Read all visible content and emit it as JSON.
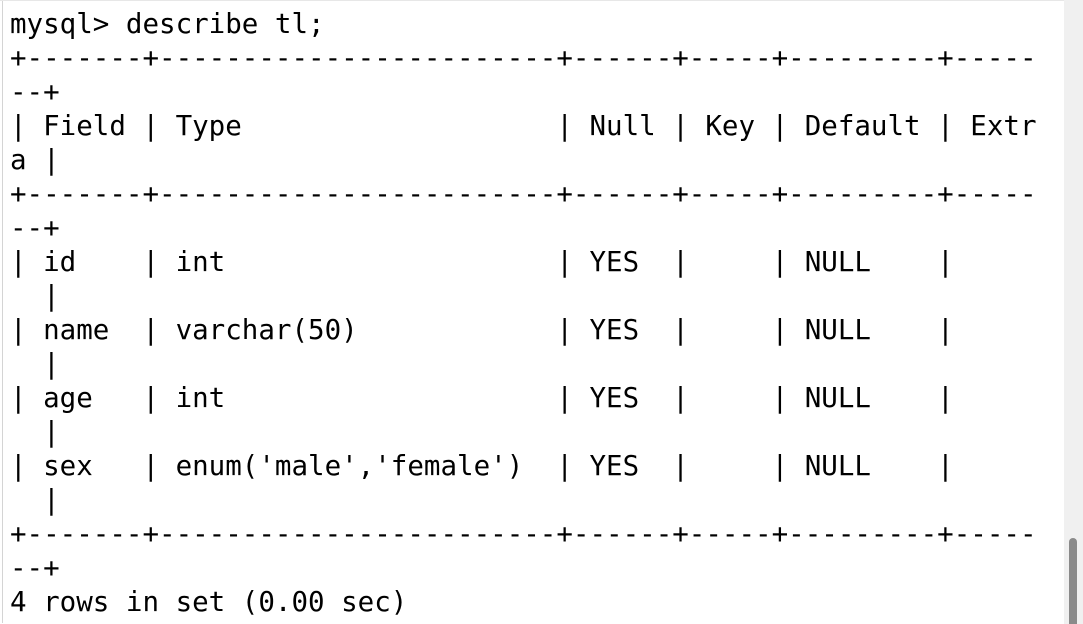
{
  "colors": {
    "background": "#ffffff",
    "text": "#000000",
    "border_left": "#d4d4d4",
    "border_top": "#e7e7e7",
    "scrollbar_track": "#f0f0f0",
    "scrollbar_thumb": "#8a8a8a"
  },
  "terminal": {
    "prompt": "mysql>",
    "command": "describe tl;",
    "status_line": "4 rows in set (0.00 sec)",
    "display_lines": [
      "mysql> describe tl;",
      "+-------+------------------------+------+-----+---------+-----",
      "--+",
      "| Field | Type                   | Null | Key | Default | Extr",
      "a |",
      "+-------+------------------------+------+-----+---------+-----",
      "--+",
      "| id    | int                    | YES  |     | NULL    |     ",
      "  |",
      "| name  | varchar(50)            | YES  |     | NULL    |     ",
      "  |",
      "| age   | int                    | YES  |     | NULL    |     ",
      "  |",
      "| sex   | enum('male','female')  | YES  |     | NULL    |     ",
      "  |",
      "+-------+------------------------+------+-----+---------+-----",
      "--+",
      "4 rows in set (0.00 sec)"
    ]
  },
  "result_table": {
    "columns": [
      "Field",
      "Type",
      "Null",
      "Key",
      "Default",
      "Extra"
    ],
    "rows": [
      {
        "Field": "id",
        "Type": "int",
        "Null": "YES",
        "Key": "",
        "Default": "NULL",
        "Extra": ""
      },
      {
        "Field": "name",
        "Type": "varchar(50)",
        "Null": "YES",
        "Key": "",
        "Default": "NULL",
        "Extra": ""
      },
      {
        "Field": "age",
        "Type": "int",
        "Null": "YES",
        "Key": "",
        "Default": "NULL",
        "Extra": ""
      },
      {
        "Field": "sex",
        "Type": "enum('male','female')",
        "Null": "YES",
        "Key": "",
        "Default": "NULL",
        "Extra": ""
      }
    ]
  },
  "scrollbar": {
    "orientation": "vertical",
    "thumb_position": "near-bottom"
  }
}
